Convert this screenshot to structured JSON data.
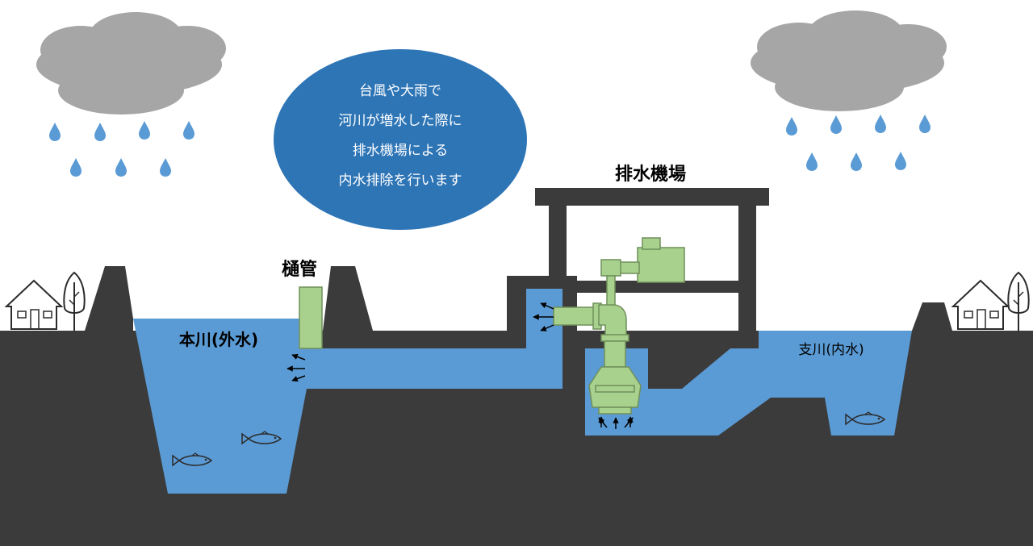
{
  "bubble": {
    "lines": [
      "台風や大雨で",
      "河川が増水した際に",
      "排水機場による",
      "内水排除を行います"
    ]
  },
  "labels": {
    "station": "排水機場",
    "sluice": "樋管",
    "main_river": "本川(外水)",
    "tributary": "支川(内水)"
  },
  "colors": {
    "ground": "#3b3b3b",
    "water": "#5b9bd5",
    "bubble": "#2e75b6",
    "cloud": "#a6a6a6",
    "pump": "#a9d18e",
    "pump_stroke": "#6f8f5a",
    "house": "#ffffff",
    "text": "#000000",
    "bubble_text": "#ffffff"
  },
  "icons": [
    "cloud-icon",
    "raindrop-icon",
    "house-icon",
    "tree-icon",
    "fish-icon",
    "arrow-icon",
    "pump-icon",
    "motor-icon"
  ]
}
